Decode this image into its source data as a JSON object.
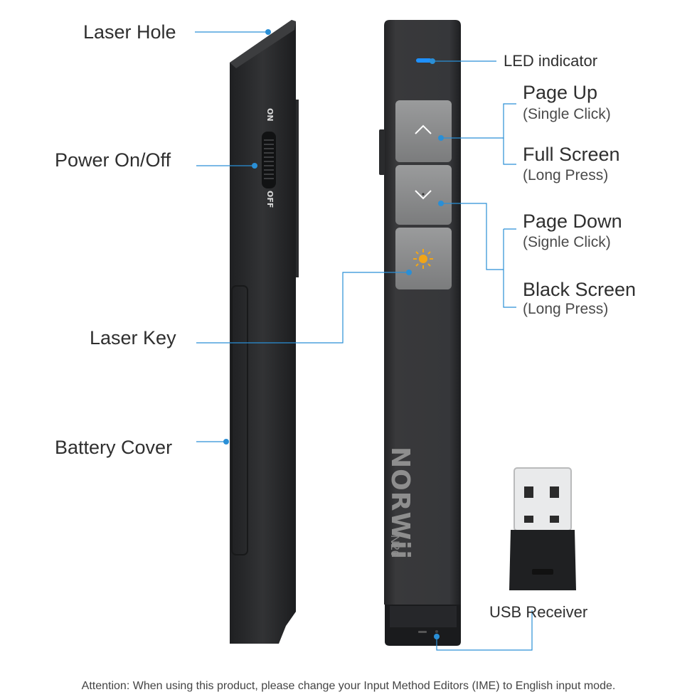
{
  "labels": {
    "laser_hole": "Laser Hole",
    "power": "Power On/Off",
    "laser_key": "Laser Key",
    "battery_cover": "Battery Cover",
    "led": "LED indicator",
    "page_up": "Page Up",
    "page_up_sub": "(Single Click)",
    "full_screen": "Full Screen",
    "full_screen_sub": "(Long Press)",
    "page_down": "Page Down",
    "page_down_sub": "(Signle Click)",
    "black_screen": "Black Screen",
    "black_screen_sub": "(Long Press)",
    "usb": "USB Receiver"
  },
  "device": {
    "brand": "NORWii",
    "model": "N26",
    "switch_on": "ON",
    "switch_off": "OFF"
  },
  "footer": "Attention: When using this product, please change your Input Method Editors (IME) to English input mode.",
  "colors": {
    "callout": "#2a8fd6",
    "body": "#2f3032",
    "button": "#8a8b8c",
    "led": "#1e90ff",
    "laser_icon": "#f2a516"
  },
  "icons": [
    "chevron-up-icon",
    "chevron-down-icon",
    "sun-icon"
  ]
}
